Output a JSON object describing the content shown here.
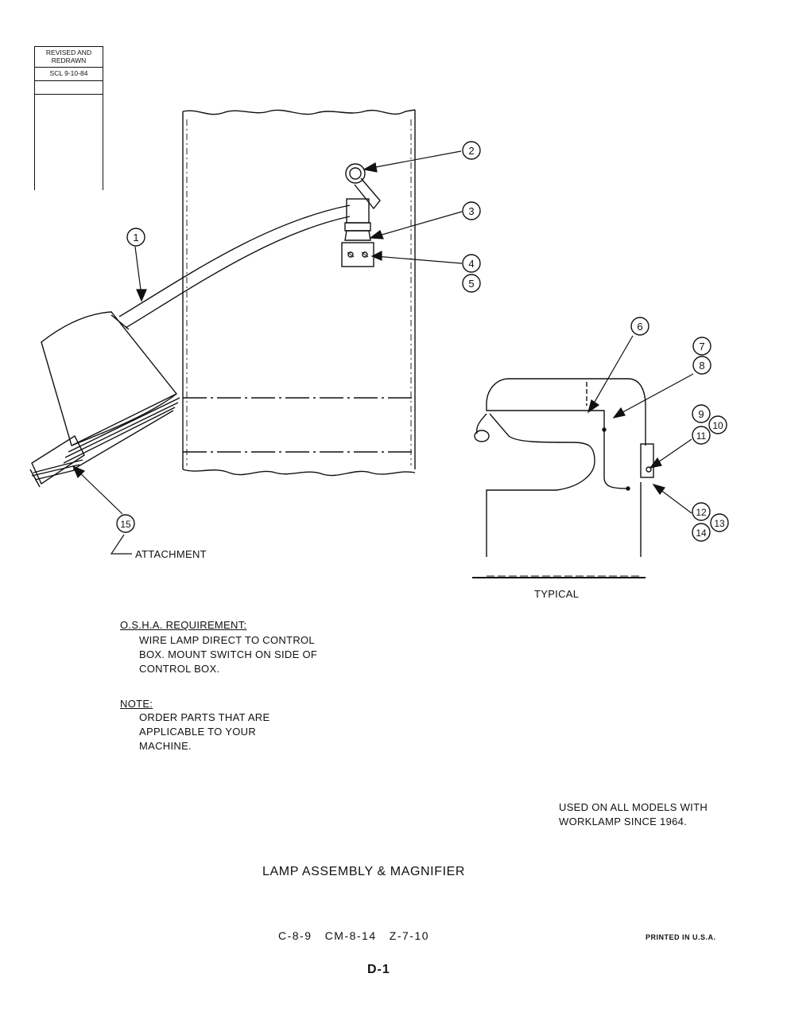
{
  "revision": {
    "line1": "REVISED AND",
    "line2": "REDRAWN",
    "stamp": "SCL 9-10-84"
  },
  "callouts": {
    "c1": "1",
    "c2": "2",
    "c3": "3",
    "c4": "4",
    "c5": "5",
    "c6": "6",
    "c7": "7",
    "c8": "8",
    "c9": "9",
    "c10": "10",
    "c11": "11",
    "c12": "12",
    "c13": "13",
    "c14": "14",
    "c15": "15"
  },
  "labels": {
    "attachment": "ATTACHMENT",
    "typical": "TYPICAL"
  },
  "osha": {
    "heading": "O.S.H.A. REQUIREMENT:",
    "line1": "WIRE LAMP DIRECT TO CONTROL",
    "line2": "BOX. MOUNT SWITCH ON SIDE OF",
    "line3": "CONTROL BOX."
  },
  "note": {
    "heading": "NOTE:",
    "line1": "ORDER PARTS THAT ARE",
    "line2": "APPLICABLE TO YOUR",
    "line3": "MACHINE."
  },
  "usage": {
    "line1": "USED ON ALL MODELS WITH",
    "line2": "WORKLAMP SINCE 1964."
  },
  "footer": {
    "title": "LAMP ASSEMBLY & MAGNIFIER",
    "codes": "C-8-9   CM-8-14   Z-7-10",
    "printed": "PRINTED IN U.S.A.",
    "page": "D-1"
  }
}
